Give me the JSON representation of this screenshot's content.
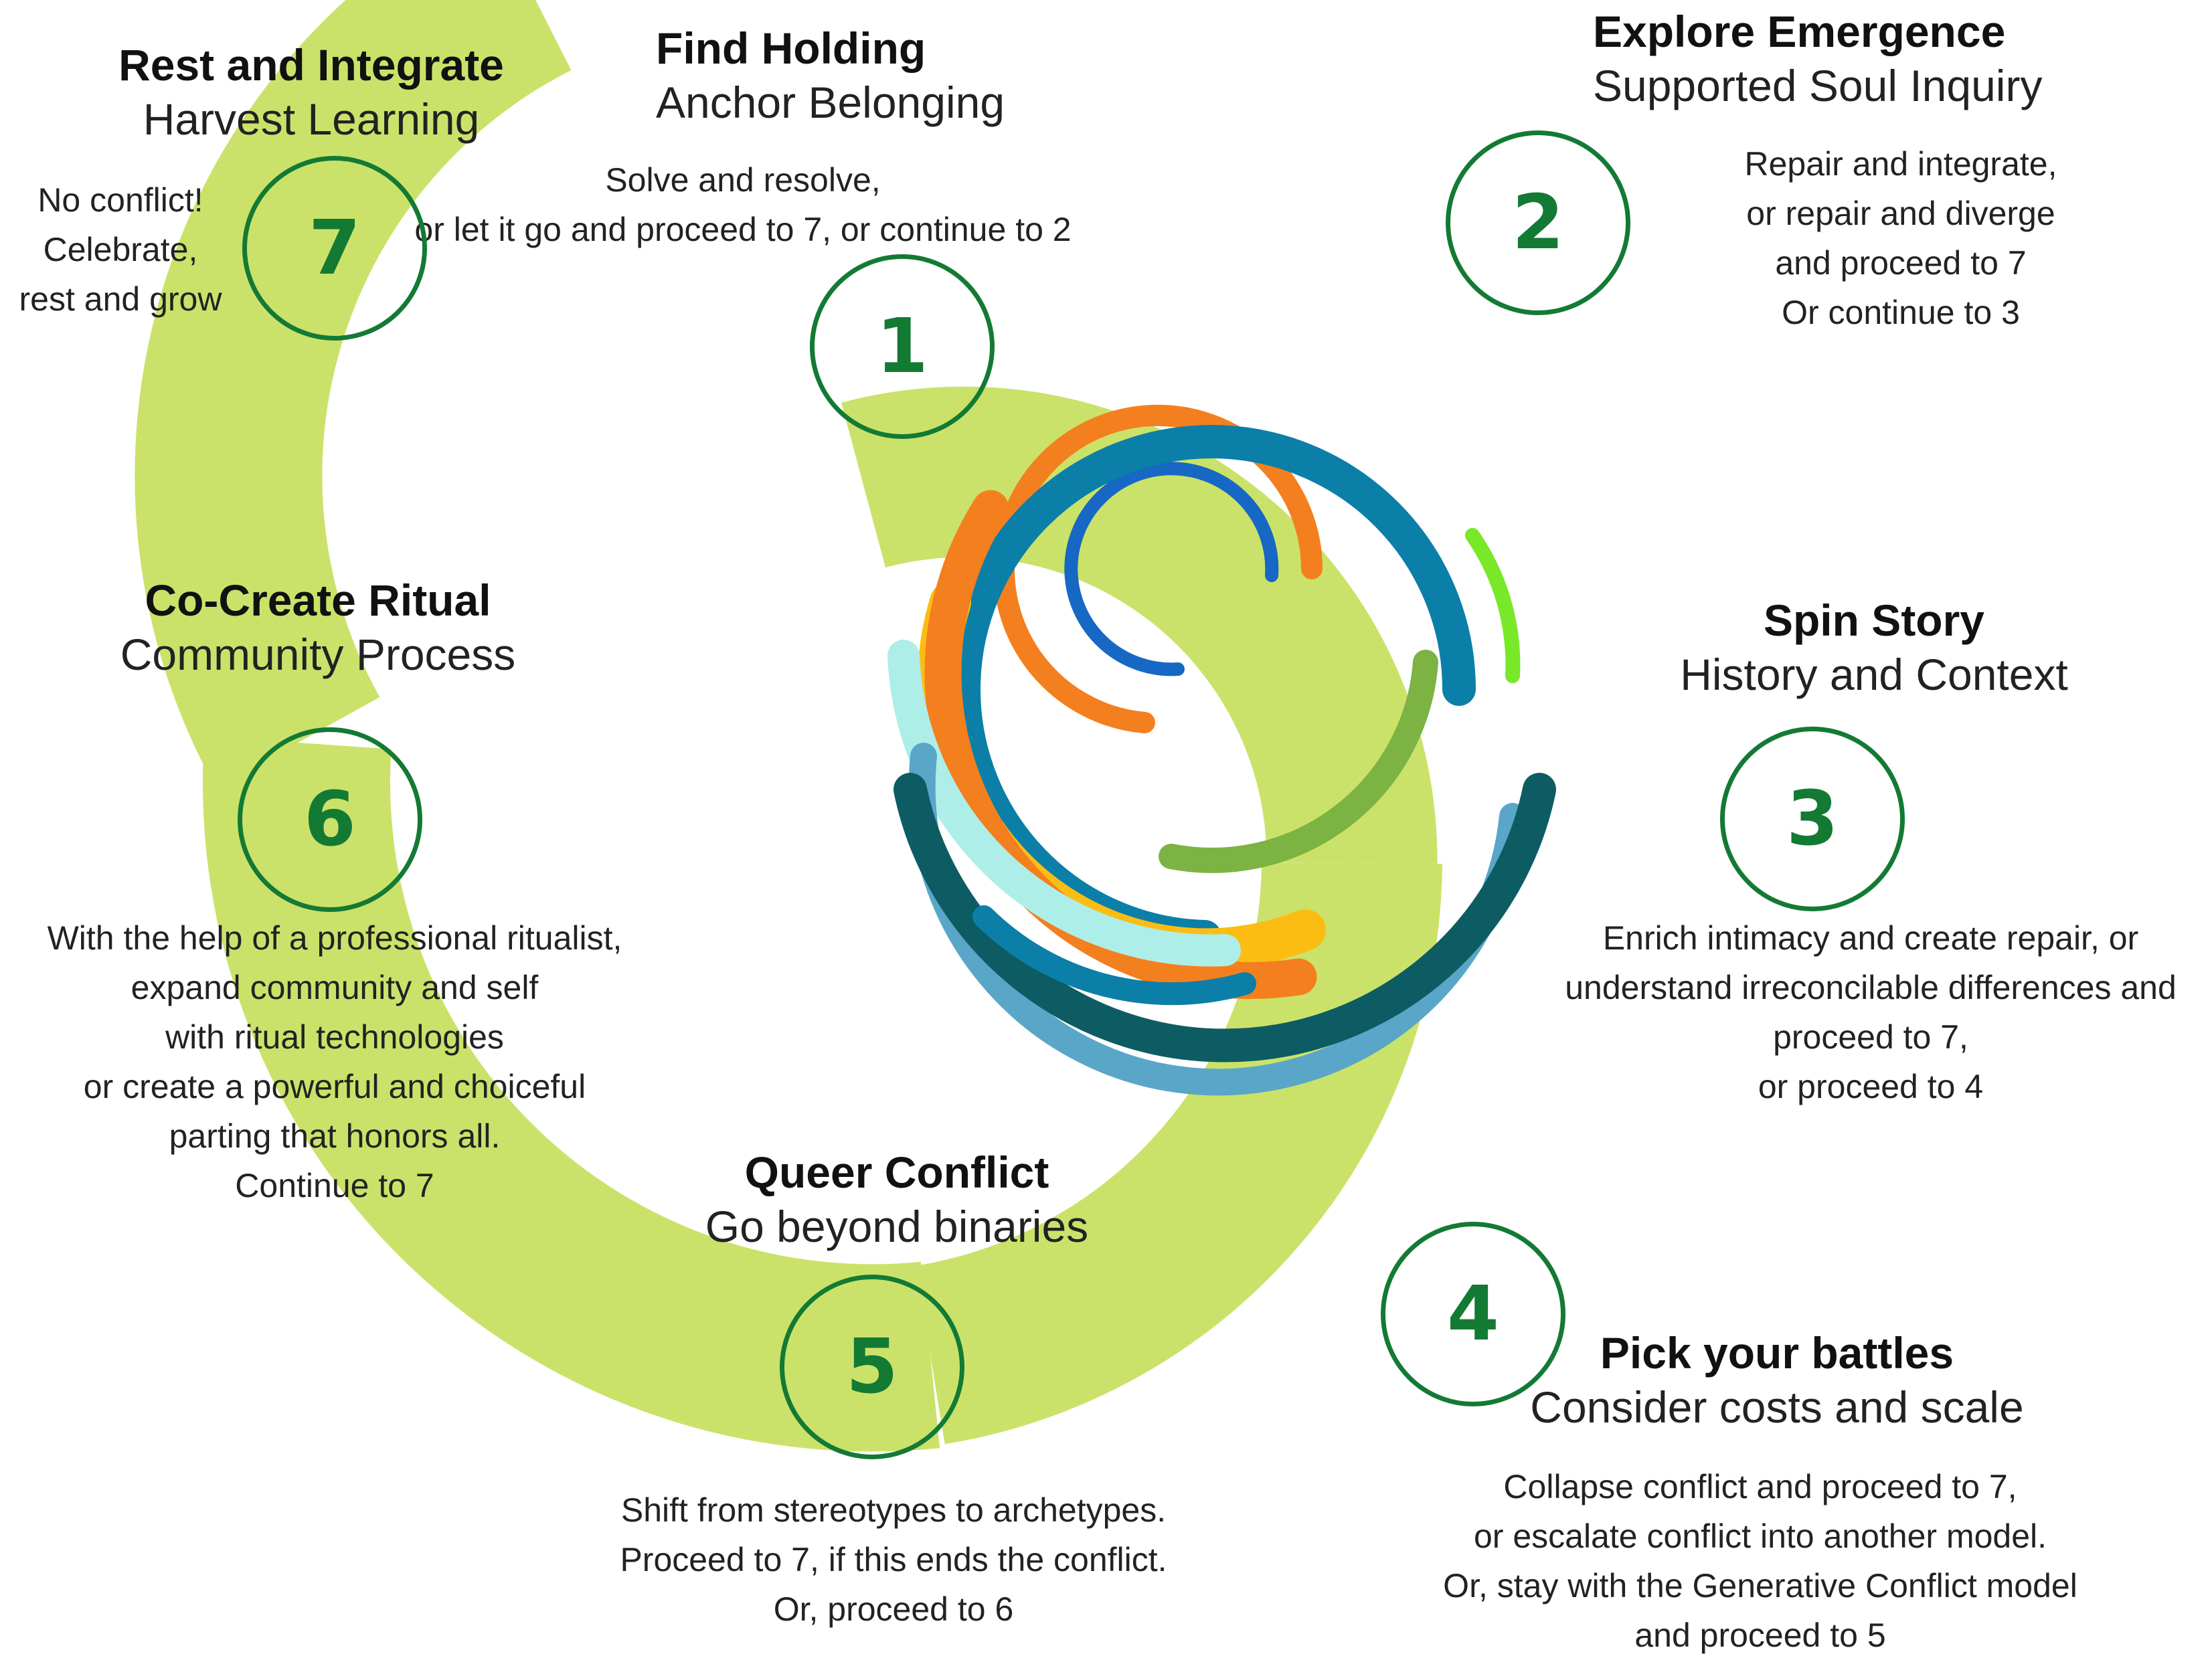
{
  "colors": {
    "spiral": "#cbe26a",
    "step_circle": "#137a34",
    "swirl": [
      "#f47f1e",
      "#fbbd13",
      "#0b7fa8",
      "#7cb342",
      "#aeeee9",
      "#0d5c63",
      "#5aa6c8",
      "#79e829",
      "#1767c4"
    ]
  },
  "steps": [
    {
      "number": "1",
      "title": "Find Holding",
      "subtitle": "Anchor Belonging",
      "description": [
        "Solve and resolve,",
        "or let it go and proceed to 7, or continue to 2"
      ]
    },
    {
      "number": "2",
      "title": "Explore Emergence",
      "subtitle": "Supported Soul Inquiry",
      "description": [
        "Repair and integrate,",
        "or repair and diverge",
        "and proceed to 7",
        "Or continue to 3"
      ]
    },
    {
      "number": "3",
      "title": "Spin Story",
      "subtitle": "History and Context",
      "description": [
        "Enrich intimacy and create repair, or",
        "understand irreconcilable differences and",
        "proceed to 7,",
        "or proceed to 4"
      ]
    },
    {
      "number": "4",
      "title": "Pick your battles",
      "subtitle": "Consider costs and scale",
      "description": [
        "Collapse conflict and proceed to 7,",
        "or escalate conflict into another model.",
        "Or, stay with the Generative Conflict model",
        "and proceed to 5"
      ]
    },
    {
      "number": "5",
      "title": "Queer Conflict",
      "subtitle": "Go beyond binaries",
      "description": [
        "Shift from stereotypes to archetypes.",
        "Proceed to 7, if this ends the conflict.",
        "Or, proceed to 6"
      ]
    },
    {
      "number": "6",
      "title": "Co-Create Ritual",
      "subtitle": "Community Process",
      "description": [
        "With the help of a professional ritualist,",
        "expand community and self",
        "with ritual technologies",
        "or create a powerful and choiceful",
        "parting that honors all.",
        "Continue to 7"
      ]
    },
    {
      "number": "7",
      "title": "Rest and Integrate",
      "subtitle": "Harvest Learning",
      "description": [
        "No conflict!",
        "Celebrate,",
        "rest and grow"
      ]
    }
  ]
}
